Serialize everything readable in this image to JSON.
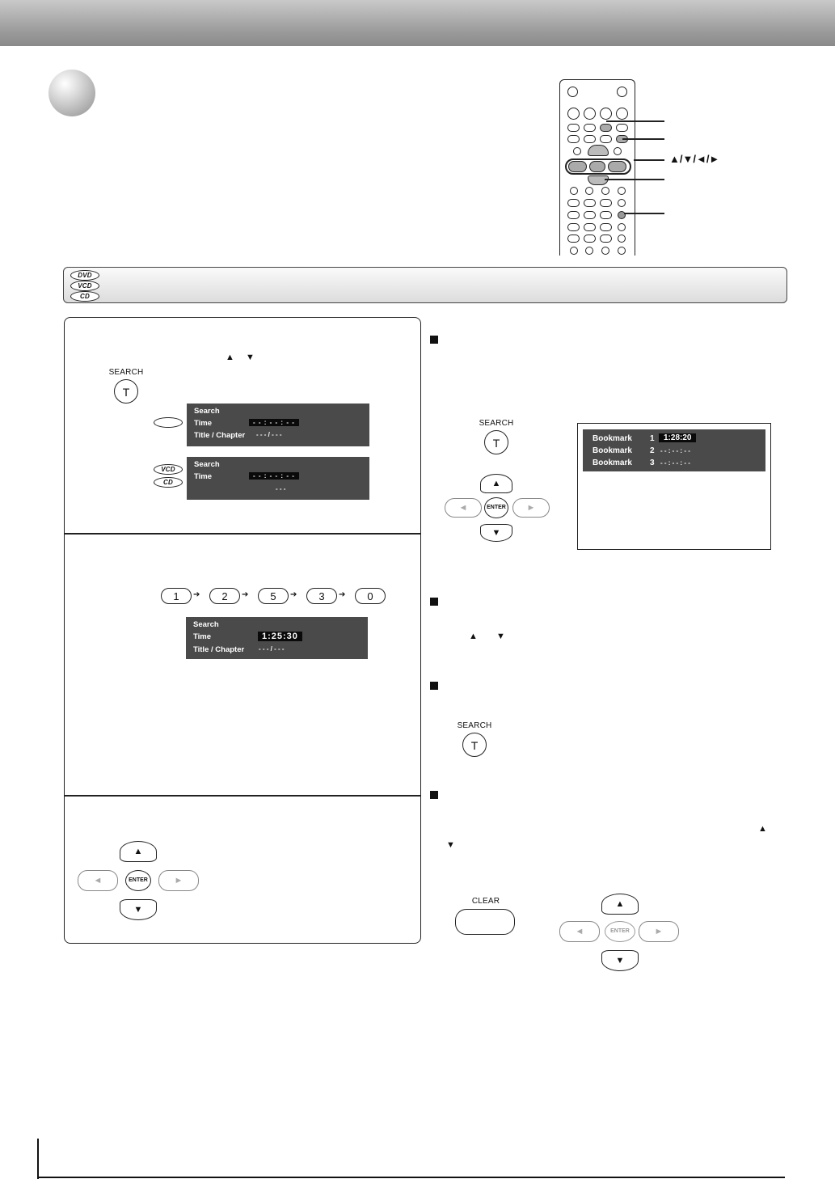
{
  "header": {},
  "remote": {
    "arrow_label": "▲/▼/◄/►"
  },
  "disc_types": [
    "DVD",
    "VCD",
    "CD"
  ],
  "panel": {
    "step1": {
      "search_label": "SEARCH",
      "search_key": "T",
      "up_arrow": "▲",
      "down_arrow": "▼",
      "osd_dvd": {
        "title": "Search",
        "time_label": "Time",
        "time_value": "- - : - - : - -",
        "chapter_label": "Title / Chapter",
        "chapter_value": "- - - / - - -"
      },
      "osd_vcd": {
        "title": "Search",
        "time_label": "Time",
        "time_value": "- - : - - : - -",
        "extra_value": "- - -"
      },
      "vcd_icon": "VCD",
      "cd_icon": "CD"
    },
    "step2": {
      "keys": [
        "1",
        "2",
        "5",
        "3",
        "0"
      ],
      "osd": {
        "title": "Search",
        "time_label": "Time",
        "time_value": "1:25:30",
        "chapter_label": "Title / Chapter",
        "chapter_value": "- - - / - - -"
      }
    },
    "step3": {
      "enter_label": "ENTER"
    }
  },
  "right": {
    "search_label": "SEARCH",
    "search_key": "T",
    "enter_label": "ENTER",
    "bookmarks": [
      {
        "label": "Bookmark",
        "num": "1",
        "value": "1:28:20"
      },
      {
        "label": "Bookmark",
        "num": "2",
        "value": "- - : - - : - -"
      },
      {
        "label": "Bookmark",
        "num": "3",
        "value": "- - : - - : - -"
      }
    ],
    "up_arrow": "▲",
    "down_arrow": "▼",
    "search_label2": "SEARCH",
    "search_key2": "T",
    "clear_label": "CLEAR",
    "enter_label2": "ENTER"
  }
}
